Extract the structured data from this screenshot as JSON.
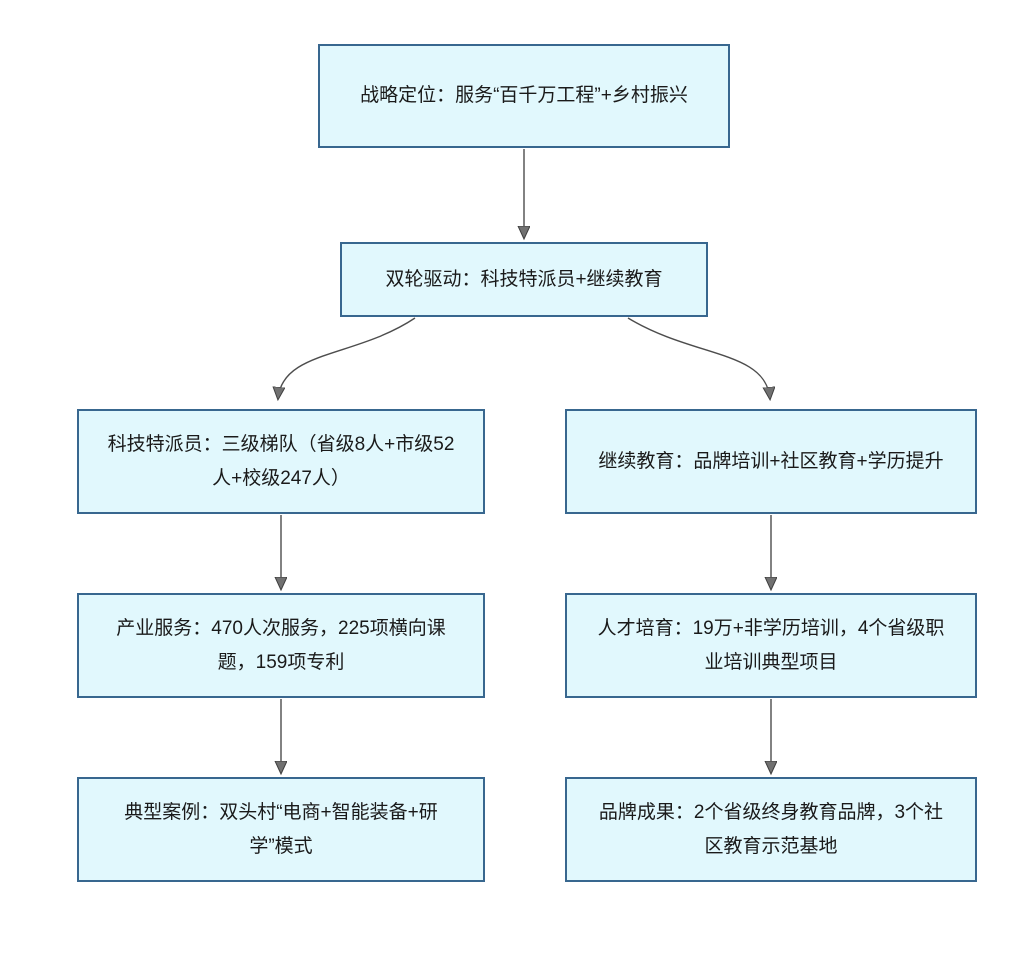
{
  "diagram": {
    "type": "flowchart",
    "colors": {
      "node_fill": "#e1f8fd",
      "node_border": "#38678f",
      "arrow_line": "#4d4d4d",
      "arrowhead_fill": "#717171",
      "background": "#ffffff",
      "text": "#1a1a1a"
    },
    "nodes": [
      {
        "id": "strategy",
        "label": "战略定位：服务“百千万工程”+乡村振兴"
      },
      {
        "id": "dual-drive",
        "label": "双轮驱动：科技特派员+继续教育"
      },
      {
        "id": "sci-commissioners",
        "label": "科技特派员：三级梯队（省级8人+市级52人+校级247人）"
      },
      {
        "id": "continuing-education",
        "label": "继续教育：品牌培训+社区教育+学历提升"
      },
      {
        "id": "industry-service",
        "label": "产业服务：470人次服务，225项横向课题，159项专利"
      },
      {
        "id": "talent-cultivation",
        "label": "人才培育：19万+非学历培训，4个省级职业培训典型项目"
      },
      {
        "id": "typical-case",
        "label": "典型案例：双头村“电商+智能装备+研学”模式"
      },
      {
        "id": "brand-results",
        "label": "品牌成果：2个省级终身教育品牌，3个社区教育示范基地"
      }
    ],
    "edges": [
      {
        "from": "strategy",
        "to": "dual-drive"
      },
      {
        "from": "dual-drive",
        "to": "sci-commissioners"
      },
      {
        "from": "dual-drive",
        "to": "continuing-education"
      },
      {
        "from": "sci-commissioners",
        "to": "industry-service"
      },
      {
        "from": "industry-service",
        "to": "typical-case"
      },
      {
        "from": "continuing-education",
        "to": "talent-cultivation"
      },
      {
        "from": "talent-cultivation",
        "to": "brand-results"
      }
    ]
  }
}
